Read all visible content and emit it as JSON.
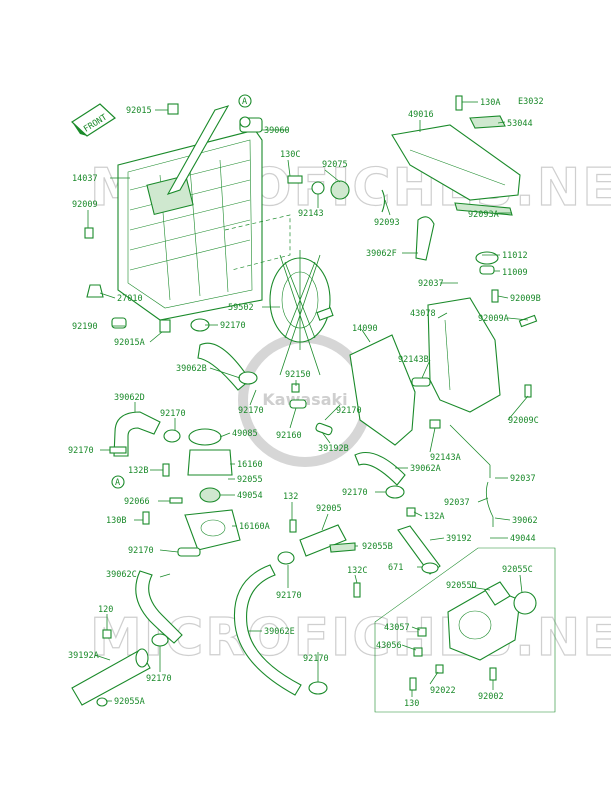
{
  "diagram_code": "E3032",
  "front_label": "FRONT",
  "watermark_text": "MICROFICHES.NET",
  "watermark_badge": "Kawasaki",
  "ref_a": "A",
  "labels": {
    "p92015": "92015",
    "p14037": "14037",
    "p92009": "92009",
    "p27010": "27010",
    "p92190": "92190",
    "p92015a": "92015A",
    "p39060": "39060",
    "p130c": "130C",
    "p92075": "92075",
    "p92143": "92143",
    "p59502": "59502",
    "p92170a": "92170",
    "p39062b": "39062B",
    "p92150": "92150",
    "p92170b": "92170",
    "p92160": "92160",
    "p92170c": "92170",
    "p39192b": "39192B",
    "p49016": "49016",
    "p130a": "130A",
    "p53044": "53044",
    "p92093": "92093",
    "p92093a": "92093A",
    "p39062f": "39062F",
    "p11012": "11012",
    "p11009": "11009",
    "p92037a": "92037",
    "p43078": "43078",
    "p92009b": "92009B",
    "p14090": "14090",
    "p92009a": "92009A",
    "p92143b": "92143B",
    "p92009c": "92009C",
    "p92143a": "92143A",
    "p39062a": "39062A",
    "p92037b": "92037",
    "p92037c": "92037",
    "p39062": "39062",
    "p39062d": "39062D",
    "p92170d": "92170",
    "p49085": "49085",
    "p92170e": "92170",
    "p132b": "132B",
    "p16160": "16160",
    "p92055": "92055",
    "p49054": "49054",
    "p92066": "92066",
    "p130b": "130B",
    "p16160a": "16160A",
    "p92170f": "92170",
    "p132": "132",
    "p92005": "92005",
    "p92170g": "92170",
    "p132a": "132A",
    "p92055b": "92055B",
    "p39192": "39192",
    "p49044": "49044",
    "p671": "671",
    "p92055d": "92055D",
    "p92055c": "92055C",
    "p39062c": "39062C",
    "p92170h": "92170",
    "p132c": "132C",
    "p120": "120",
    "p39062e": "39062E",
    "p43057": "43057",
    "p43056": "43056",
    "p92170i": "92170",
    "p39192a": "39192A",
    "p92170j": "92170",
    "p92022": "92022",
    "p92055a": "92055A",
    "p130": "130",
    "p92002": "92002"
  }
}
